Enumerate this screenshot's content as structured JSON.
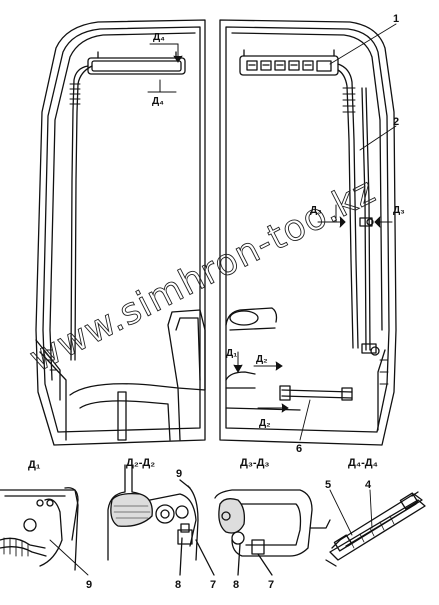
{
  "callouts": {
    "c1": "1",
    "c2": "2",
    "c4": "4",
    "c5": "5",
    "c6": "6",
    "c7a": "7",
    "c7b": "7",
    "c8a": "8",
    "c8b": "8",
    "c9a": "9",
    "c9b": "9"
  },
  "section_marks": {
    "d4_top": "Д₄",
    "d4_bottom": "Д₄",
    "d3_left": "Д₃",
    "d3_right": "Д₃",
    "d1_mark": "Д₁",
    "d2_top": "Д₂",
    "d2_bottom": "Д₂"
  },
  "detail_titles": {
    "d1": "Д₁",
    "d2": "Д₂-Д₂",
    "d3": "Д₃-Д₃",
    "d4": "Д₄-Д₄"
  },
  "watermark": "www.simhron-too.kz"
}
